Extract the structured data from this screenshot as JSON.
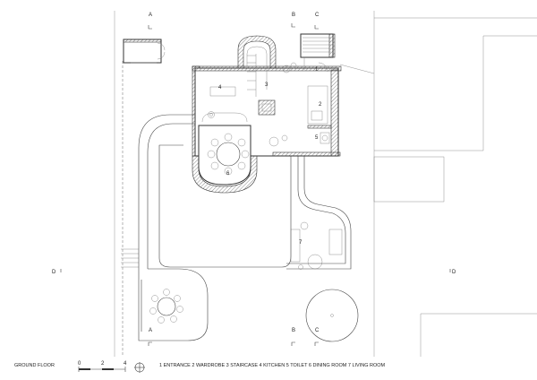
{
  "section_marks": {
    "a_top": "A",
    "b_top": "B",
    "c_top": "C",
    "a_bottom": "A",
    "b_bottom": "B",
    "c_bottom": "C",
    "d_left": "D",
    "d_right": "D"
  },
  "room_numbers": {
    "entrance": "1",
    "wardrobe": "2",
    "staircase": "3",
    "kitchen": "4",
    "toilet": "5",
    "dining": "6",
    "living": "7"
  },
  "footer": {
    "title": "GROUND FLOOR",
    "scale_ticks": [
      "0",
      "2",
      "4"
    ],
    "legend": "1 ENTRANCE  2 WARDROBE 3 STAIRCASE  4 KITCHEN  5 TOILET  6 DINING ROOM   7 LIVING ROOM"
  }
}
